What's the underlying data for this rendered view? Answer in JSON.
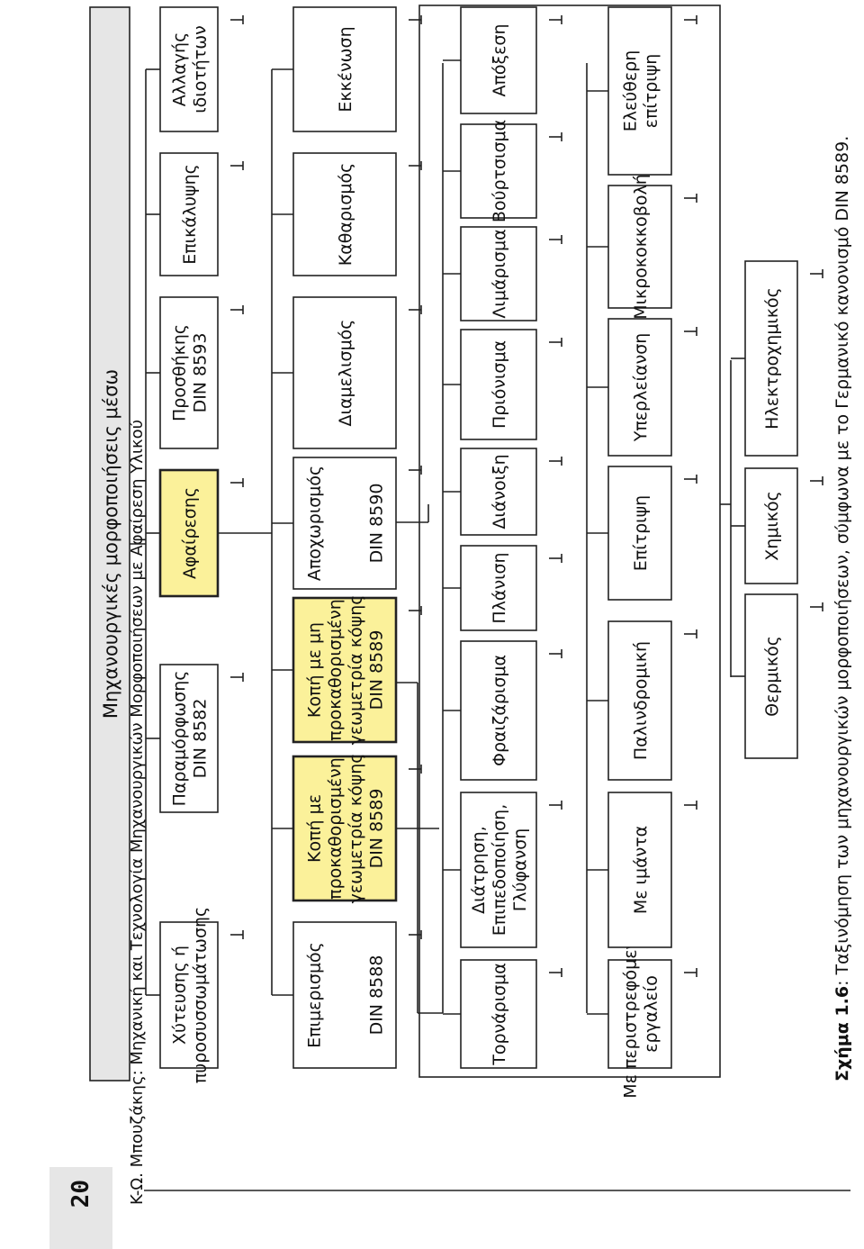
{
  "page": {
    "number": "20",
    "header_text": "K-Ω. Μπουζάκης: Μηχανική και Τεχνολογία Μηχανουργικών Μορφοποιήσεων με Αφαίρεση Υλικού"
  },
  "root": {
    "label": "Μηχανουργικές μορφοποιήσεις μέσω"
  },
  "level1": [
    {
      "lines": [
        "Χύτευσης ή",
        "πυροσυσσωμάτωσης"
      ]
    },
    {
      "lines": [
        "Παραμόρφωσης",
        "DIN 8582"
      ]
    },
    {
      "lines": [
        "Αφαίρεσης"
      ],
      "highlighted": true
    },
    {
      "lines": [
        "Προσθήκης",
        "DIN 8593"
      ]
    },
    {
      "lines": [
        "Επικάλυψης"
      ]
    },
    {
      "lines": [
        "Αλλαγής",
        "ιδιοτήτων"
      ]
    }
  ],
  "level2": [
    {
      "lines": [
        "Επιμερισμός",
        "",
        "",
        "DIN 8588"
      ]
    },
    {
      "lines": [
        "Κοπή με",
        "προκαθορισμένη",
        "γεωμετρία κόψης",
        "DIN 8589"
      ],
      "highlighted": true
    },
    {
      "lines": [
        "Κοπή με μη",
        "προκαθορισμένη",
        "γεωμετρία κόψης",
        "DIN 8589"
      ],
      "highlighted": true
    },
    {
      "lines": [
        "Αποχωρισμός",
        "",
        "",
        "DIN 8590"
      ]
    },
    {
      "lines": [
        "Διαμελισμός"
      ]
    },
    {
      "lines": [
        "Καθαρισμός"
      ]
    },
    {
      "lines": [
        "Εκκένωση"
      ]
    }
  ],
  "level3a": [
    {
      "lines": [
        "Τορνάρισμα"
      ]
    },
    {
      "lines": [
        "Διάτρηση,",
        "Επιπεδοποίηση,",
        "Γλύφανση"
      ]
    },
    {
      "lines": [
        "Φραιζάρισμα"
      ]
    },
    {
      "lines": [
        "Πλάνιση"
      ]
    },
    {
      "lines": [
        "Διάνοιξη"
      ]
    },
    {
      "lines": [
        "Πριόνισμα"
      ]
    },
    {
      "lines": [
        "Λιμάρισμα"
      ]
    },
    {
      "lines": [
        "Βούρτσισμα"
      ]
    },
    {
      "lines": [
        "Απόξεση"
      ]
    }
  ],
  "level3b": [
    {
      "lines": [
        "Με περιστρεφόμενο",
        "εργαλείο"
      ]
    },
    {
      "lines": [
        "Με ιμάντα"
      ]
    },
    {
      "lines": [
        "Παλινδρομική"
      ]
    },
    {
      "lines": [
        "Επίτριψη"
      ]
    },
    {
      "lines": [
        "Υπερλείανση"
      ]
    },
    {
      "lines": [
        "Μικροκοκκοβολή"
      ]
    },
    {
      "lines": [
        "Ελεύθερη",
        "επίτριψη"
      ]
    }
  ],
  "level4": [
    {
      "lines": [
        "Θερμικός"
      ]
    },
    {
      "lines": [
        "Χημικός"
      ]
    },
    {
      "lines": [
        "Ηλεκτροχημικός"
      ]
    }
  ],
  "caption": {
    "prefix": "Σχήμα 1.6",
    "text": ": Ταξινόμηση των μηχανουργικών μορφοποιήσεων, σύμφωνα με το Γερμανικό κανονισμό DIN 8589."
  },
  "colors": {
    "highlight": "#fbf19a",
    "line": "#222222",
    "tab": "#e6e6e6",
    "root_bar": "#e6e6e6"
  }
}
